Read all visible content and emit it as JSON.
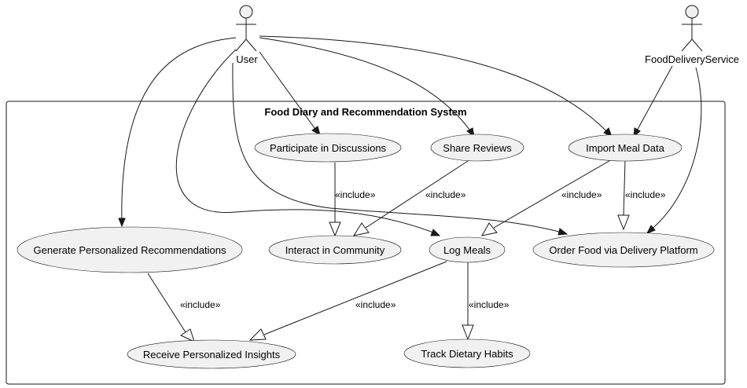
{
  "system": {
    "title": "Food Diary and Recommendation System"
  },
  "actors": {
    "user": "User",
    "delivery": "FoodDeliveryService"
  },
  "use_cases": {
    "discussions": "Participate in Discussions",
    "reviews": "Share Reviews",
    "import_meal": "Import Meal Data",
    "generate_recs": "Generate Personalized Recommendations",
    "community": "Interact in Community",
    "log_meals": "Log Meals",
    "order_food": "Order Food via Delivery Platform",
    "insights": "Receive Personalized Insights",
    "track_habits": "Track Dietary Habits"
  },
  "include_label": "«include»",
  "colors": {
    "ellipse_fill": "#f1f1f1",
    "stroke": "#181818",
    "background": "#ffffff"
  }
}
